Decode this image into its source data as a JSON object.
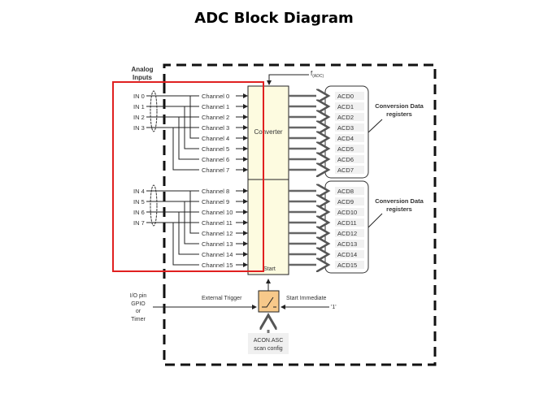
{
  "title": "ADC Block Diagram",
  "colors": {
    "highlight_box": "#e02020",
    "converter_fill": "#fdfbe0",
    "trigger_fill": "#f7c98a",
    "line": "#222222",
    "text": "#333333"
  },
  "labels": {
    "analog_inputs_line1": "Analog",
    "analog_inputs_line2": "Inputs",
    "clock": "f",
    "clock_sub": "(ADC)",
    "converter": "Converter",
    "start": "Start",
    "registers_group1_line1": "Conversion Data",
    "registers_group1_line2": "registers",
    "registers_group2_line1": "Conversion Data",
    "registers_group2_line2": "registers",
    "io_pin": [
      "I/O pin",
      "GPIO",
      "or",
      "Timer"
    ],
    "external_trigger": "External Trigger",
    "start_immediate": "Start Immediate",
    "constant_one": "'1'",
    "scan_config_line1": "ACON.ASC",
    "scan_config_line2": "scan config"
  },
  "inputs_group1": [
    "IN 0",
    "IN 1",
    "IN 2",
    "IN 3"
  ],
  "inputs_group2": [
    "IN 4",
    "IN 5",
    "IN 6",
    "IN 7"
  ],
  "channels": [
    "Channel 0",
    "Channel 1",
    "Channel 2",
    "Channel 3",
    "Channel 4",
    "Channel 5",
    "Channel 6",
    "Channel 7",
    "Channel 8",
    "Channel 9",
    "Channel 10",
    "Channel 11",
    "Channel 12",
    "Channel 13",
    "Channel 14",
    "Channel 15"
  ],
  "registers": [
    "ACD0",
    "ACD1",
    "ACD2",
    "ACD3",
    "ACD4",
    "ACD5",
    "ACD6",
    "ACD7",
    "ACD8",
    "ACD9",
    "ACD10",
    "ACD11",
    "ACD12",
    "ACD13",
    "ACD14",
    "ACD15"
  ]
}
